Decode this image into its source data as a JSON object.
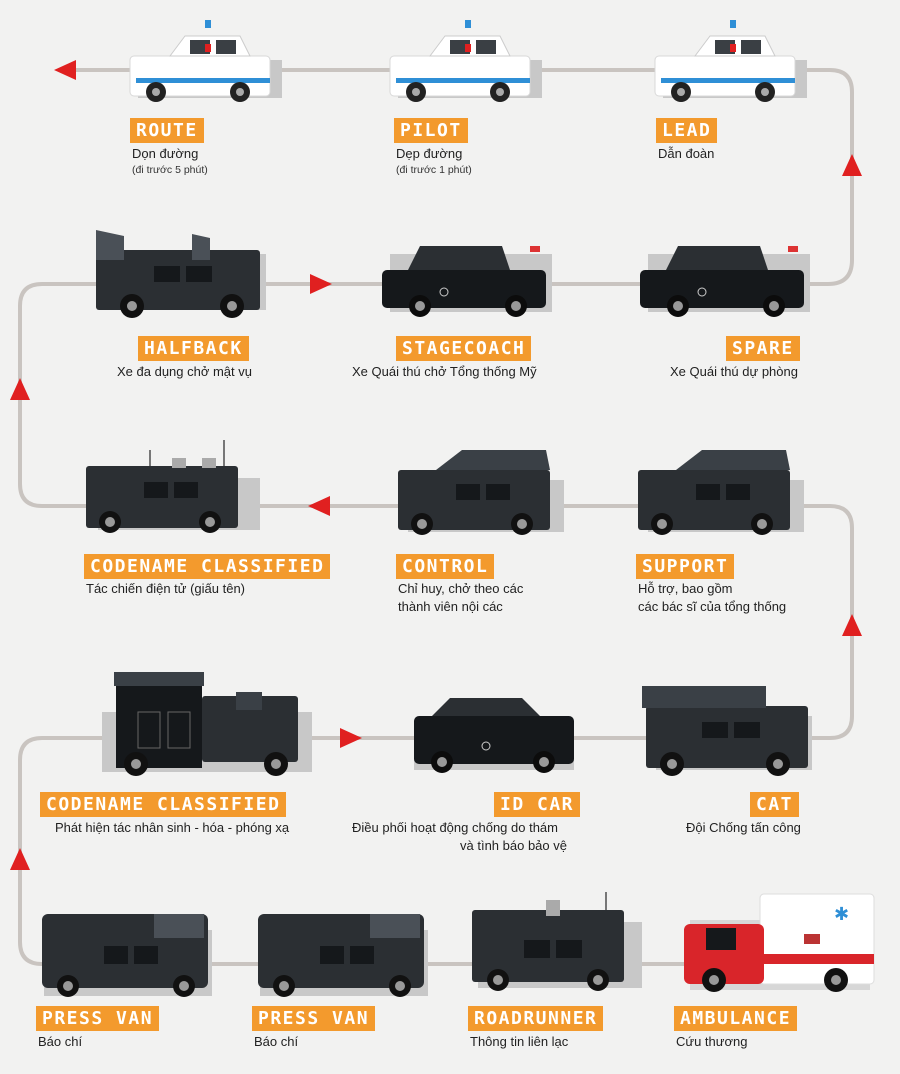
{
  "colors": {
    "background": "#f2f2f1",
    "route_line": "#c9c4c0",
    "arrow": "#e02020",
    "label_bg": "#f39a2d",
    "label_text": "#ffffff",
    "vehicle_dark": "#2b2f33",
    "police_white": "#ffffff",
    "police_blue": "#2f8fd6",
    "ambulance_red": "#d9252a"
  },
  "vehicles": [
    {
      "id": "route",
      "label": "ROUTE",
      "description": "Dọn đường",
      "note": "(đi trước 5 phút)",
      "icon": "police-car-icon"
    },
    {
      "id": "pilot",
      "label": "PILOT",
      "description": "Dẹp đường",
      "note": "(đi trước 1 phút)",
      "icon": "police-car-icon"
    },
    {
      "id": "lead",
      "label": "LEAD",
      "description": "Dẫn đoàn",
      "note": "",
      "icon": "police-car-icon"
    },
    {
      "id": "halfback",
      "label": "HALFBACK",
      "description": "Xe đa dụng chở mật vụ",
      "note": "",
      "icon": "suv-icon"
    },
    {
      "id": "stagecoach",
      "label": "STAGECOACH",
      "description": "Xe Quái thú chở Tổng thống Mỹ",
      "note": "",
      "icon": "limousine-icon"
    },
    {
      "id": "spare",
      "label": "SPARE",
      "description": "Xe Quái thú dự phòng",
      "note": "",
      "icon": "limousine-icon"
    },
    {
      "id": "codename1",
      "label": "CODENAME CLASSIFIED",
      "description": "Tác chiến điện tử (giấu tên)",
      "note": "",
      "icon": "suv-antenna-icon"
    },
    {
      "id": "control",
      "label": "CONTROL",
      "description": "Chỉ huy, chở theo các",
      "description2": "thành viên nội các",
      "icon": "suv-icon"
    },
    {
      "id": "support",
      "label": "SUPPORT",
      "description": "Hỗ trợ, bao gồm",
      "description2": "các bác sĩ của tổng thống",
      "icon": "suv-icon"
    },
    {
      "id": "codename2",
      "label": "CODENAME CLASSIFIED",
      "description": "Phát hiện tác nhân sinh - hóa - phóng xạ",
      "note": "",
      "icon": "truck-icon"
    },
    {
      "id": "idcar",
      "label": "ID CAR",
      "description": "Điều phối hoạt động chống do thám",
      "description2": "và tình báo bảo vệ",
      "icon": "sedan-icon"
    },
    {
      "id": "cat",
      "label": "CAT",
      "description": "Đội Chống tấn công",
      "note": "",
      "icon": "suv-icon"
    },
    {
      "id": "pressvan1",
      "label": "PRESS VAN",
      "description": "Báo chí",
      "note": "",
      "icon": "van-icon"
    },
    {
      "id": "pressvan2",
      "label": "PRESS VAN",
      "description": "Báo chí",
      "note": "",
      "icon": "van-icon"
    },
    {
      "id": "roadrunner",
      "label": "ROADRUNNER",
      "description": "Thông tin liên lạc",
      "note": "",
      "icon": "comms-suv-icon"
    },
    {
      "id": "ambulance",
      "label": "AMBULANCE",
      "description": "Cứu thương",
      "note": "",
      "icon": "ambulance-icon"
    }
  ]
}
